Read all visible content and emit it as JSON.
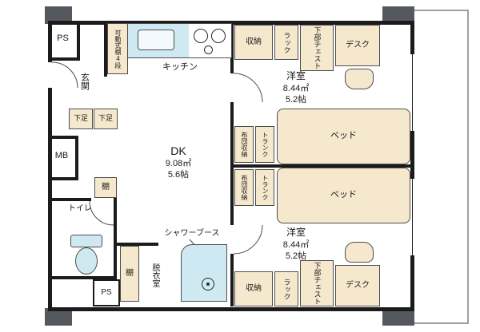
{
  "rooms": {
    "ps_top": "PS",
    "genkan": "玄関",
    "mb": "MB",
    "toilet": "トイレ",
    "ps_bottom": "PS",
    "kitchen": "キッチン",
    "dk": {
      "name": "DK",
      "area": "9.08㎡",
      "size": "5.6帖"
    },
    "shower_booth": "シャワーブース",
    "dressing_room": "脱衣室",
    "bedroom_top": {
      "name": "洋室",
      "area": "8.44㎡",
      "size": "5.2帖"
    },
    "bedroom_bottom": {
      "name": "洋室",
      "area": "8.44㎡",
      "size": "5.2帖"
    }
  },
  "furniture": {
    "movable_shelf": "可動式棚4段",
    "shoe_box_1": "下足",
    "shoe_box_2": "下足",
    "shelf_mb": "棚",
    "shelf_dressing": "棚",
    "storage_top": "収納",
    "rack_top": "ラック",
    "chest_top": "下部チェスト",
    "desk_top": "デスク",
    "bed_top": "ベッド",
    "futon_storage_top": "布団収納",
    "trunk_top": "トランク",
    "futon_storage_bottom": "布団収納",
    "trunk_bottom": "トランク",
    "bed_bottom": "ベッド",
    "storage_bottom": "収納",
    "rack_bottom": "ラック",
    "chest_bottom": "下部チェスト",
    "desk_bottom": "デスク"
  },
  "colors": {
    "wall": "#1b1b1b",
    "furniture": "#f6e8cd",
    "fixture": "#cfe9f2",
    "pillar": "#55595e",
    "balcony": "#9aa0a5"
  }
}
